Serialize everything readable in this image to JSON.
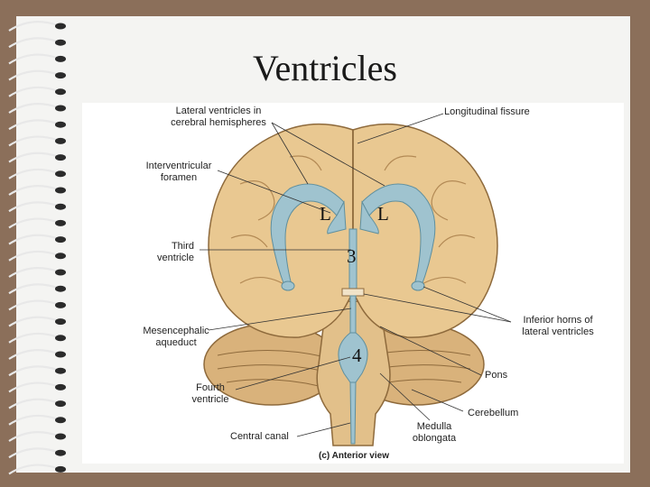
{
  "slide": {
    "title": "Ventricles"
  },
  "figure": {
    "labels": {
      "lateral_ventricles": "Lateral ventricles in\ncerebral hemispheres",
      "longitudinal_fissure": "Longitudinal fissure",
      "interventricular_foramen": "Interventricular\nforamen",
      "third_ventricle": "Third\nventricle",
      "mesencephalic_aqueduct": "Mesencephalic\naqueduct",
      "inferior_horns": "Inferior horns of\nlateral ventricles",
      "pons": "Pons",
      "fourth_ventricle": "Fourth\nventricle",
      "cerebellum": "Cerebellum",
      "medulla_oblongata": "Medulla\noblongata",
      "central_canal": "Central canal"
    },
    "caption": "(c) Anterior view",
    "markers": {
      "left_lateral": "L",
      "right_lateral": "L",
      "third": "3",
      "fourth": "4"
    }
  },
  "colors": {
    "background_frame": "#8b6f5a",
    "slide": "#f4f4f2",
    "brain": "#e6c48c",
    "ventricles": "#9fc3cf"
  }
}
